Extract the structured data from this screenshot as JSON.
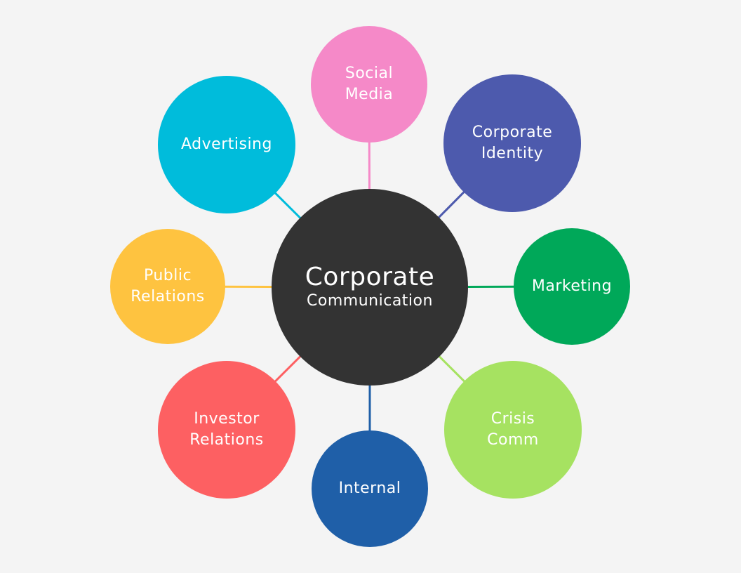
{
  "center": {
    "line1": "Corporate",
    "line2": "Communication",
    "color": "#333333"
  },
  "nodes": [
    {
      "id": "social-media",
      "lines": [
        "Social",
        "Media"
      ],
      "color": "#f589c8"
    },
    {
      "id": "corporate-identity",
      "lines": [
        "Corporate",
        "Identity"
      ],
      "color": "#4d5aad"
    },
    {
      "id": "marketing",
      "lines": [
        "Marketing"
      ],
      "color": "#00a859"
    },
    {
      "id": "crisis-comm",
      "lines": [
        "Crisis",
        "Comm"
      ],
      "color": "#a6e261"
    },
    {
      "id": "internal",
      "lines": [
        "Internal"
      ],
      "color": "#1f5fa8"
    },
    {
      "id": "investor-relations",
      "lines": [
        "Investor",
        "Relations"
      ],
      "color": "#fd6062"
    },
    {
      "id": "public-relations",
      "lines": [
        "Public",
        "Relations"
      ],
      "color": "#fec340"
    },
    {
      "id": "advertising",
      "lines": [
        "Advertising"
      ],
      "color": "#00bcdb"
    }
  ]
}
